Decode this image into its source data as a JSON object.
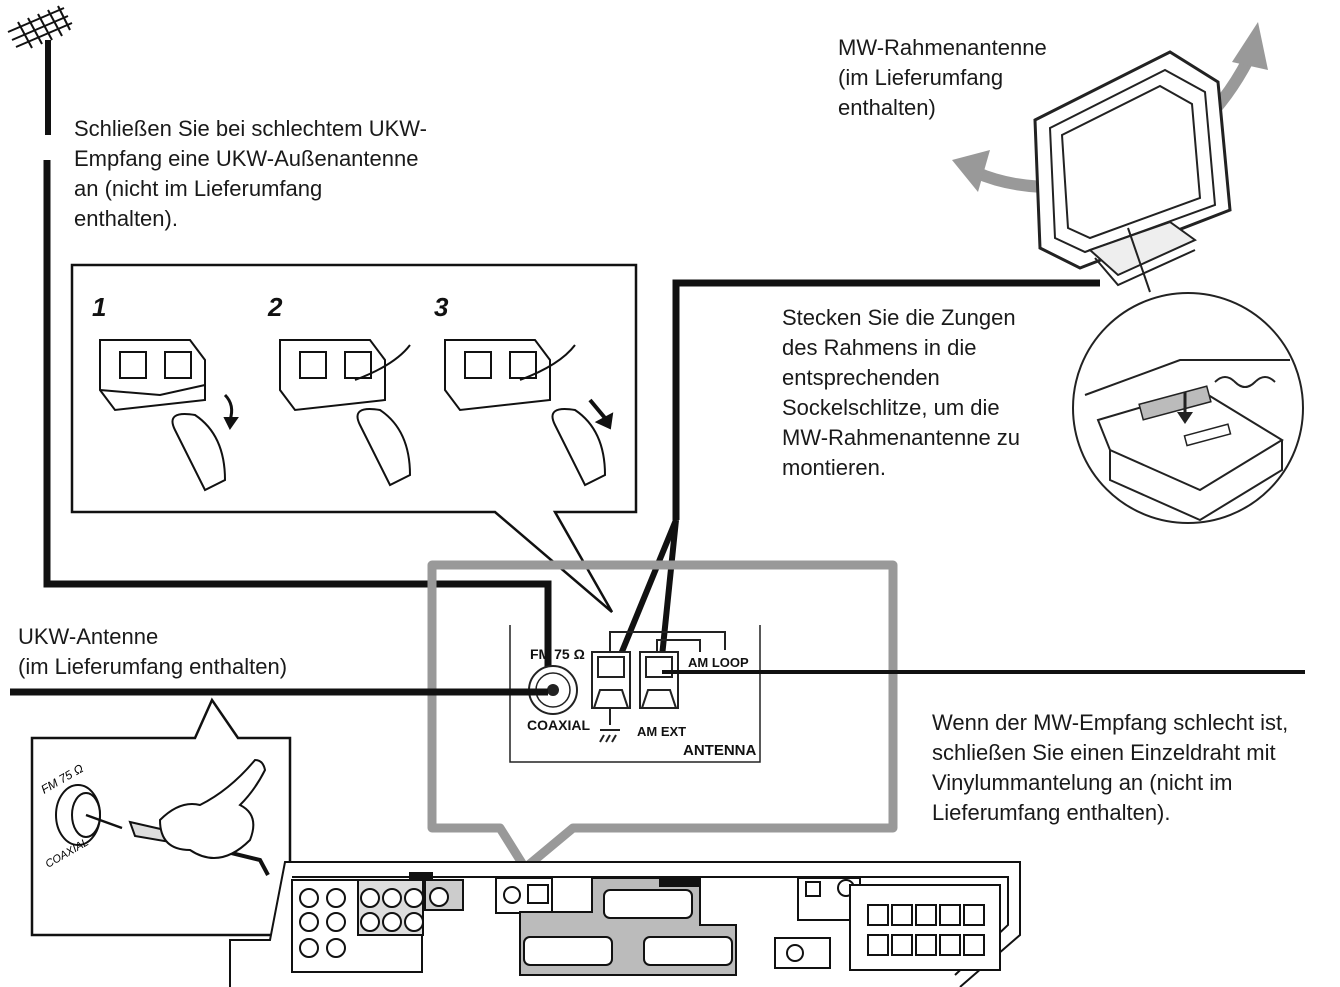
{
  "callouts": {
    "fm_outdoor": {
      "lines": [
        "Schließen Sie bei schlechtem UKW-",
        "Empfang eine UKW-Außenantenne",
        "an (nicht im Lieferumfang",
        "enthalten)."
      ]
    },
    "am_loop_label": {
      "lines": [
        "MW-Rahmenantenne",
        "(im Lieferumfang",
        "enthalten)"
      ]
    },
    "am_loop_assembly": {
      "lines": [
        "Stecken Sie die Zungen",
        "des Rahmens in die",
        "entsprechenden",
        "Sockelschlitze, um die",
        "MW-Rahmenantenne zu",
        "montieren."
      ]
    },
    "fm_antenna_label": {
      "lines": [
        "UKW-Antenne",
        "(im Lieferumfang enthalten)"
      ]
    },
    "am_wire": {
      "lines": [
        "Wenn der MW-Empfang schlecht ist,",
        "schließen Sie einen Einzeldraht mit",
        "Vinylummantelung an (nicht im",
        "Lieferumfang enthalten)."
      ]
    }
  },
  "steps": [
    "1",
    "2",
    "3"
  ],
  "panel": {
    "fm_label": "FM 75 Ω",
    "coaxial_label": "COAXIAL",
    "am_loop": "AM LOOP",
    "am_ext": "AM EXT",
    "antenna": "ANTENNA"
  },
  "inset": {
    "fm_label": "FM 75 Ω",
    "coaxial_label": "COAXIAL"
  }
}
